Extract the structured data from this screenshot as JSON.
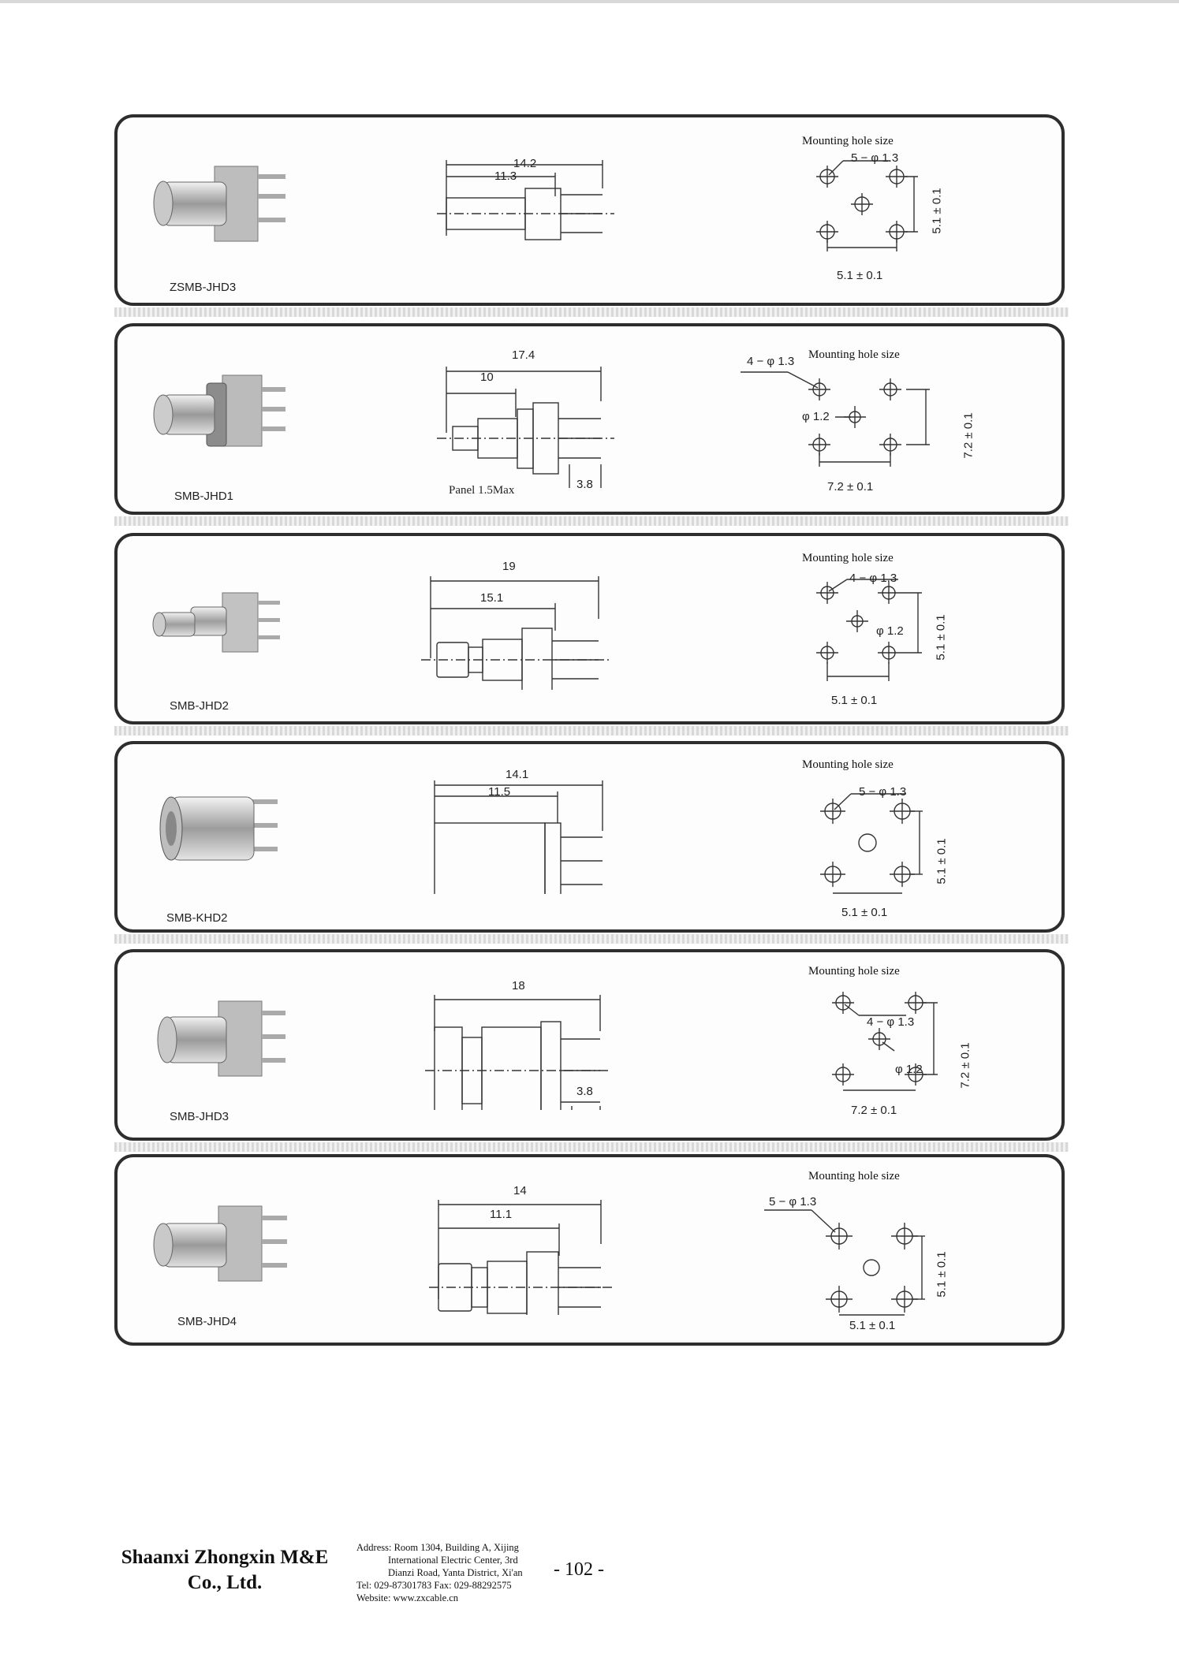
{
  "mounting_label": "Mounting hole size",
  "panels": [
    {
      "part": "ZSMB-JHD3",
      "dims": [
        "14.2",
        "11.3"
      ],
      "holes": [
        "5 − φ 1.3",
        "5.1 ± 0.1",
        "5.1 ± 0.1"
      ]
    },
    {
      "part": "SMB-JHD1",
      "dims": [
        "17.4",
        "10",
        "3.8"
      ],
      "note": "Panel 1.5Max",
      "holes": [
        "4 − φ 1.3",
        "φ 1.2",
        "7.2 ± 0.1",
        "7.2 ± 0.1"
      ]
    },
    {
      "part": "SMB-JHD2",
      "dims": [
        "19",
        "15.1"
      ],
      "holes": [
        "4 − φ 1.3",
        "φ 1.2",
        "5.1 ± 0.1",
        "5.1 ± 0.1"
      ]
    },
    {
      "part": "SMB-KHD2",
      "dims": [
        "14.1",
        "11.5"
      ],
      "holes": [
        "5 − φ 1.3",
        "5.1 ± 0.1",
        "5.1 ± 0.1"
      ]
    },
    {
      "part": "SMB-JHD3",
      "dims": [
        "18",
        "3.8"
      ],
      "holes": [
        "4 − φ 1.3",
        "φ 1.2",
        "7.2 ± 0.1",
        "7.2 ± 0.1"
      ]
    },
    {
      "part": "SMB-JHD4",
      "dims": [
        "14",
        "11.1"
      ],
      "holes": [
        "5 − φ 1.3",
        "5.1 ± 0.1",
        "5.1 ± 0.1"
      ]
    }
  ],
  "footer": {
    "company": "Shaanxi Zhongxin M&E Co., Ltd.",
    "address_lines": [
      "Address: Room 1304, Building A, Xijing",
      "International Electric Center, 3rd",
      "Dianzi Road, Yanta District, Xi'an",
      "Tel: 029-87301783   Fax: 029-88292575",
      "Website: www.zxcable.cn"
    ],
    "page_number": "- 102 -"
  }
}
